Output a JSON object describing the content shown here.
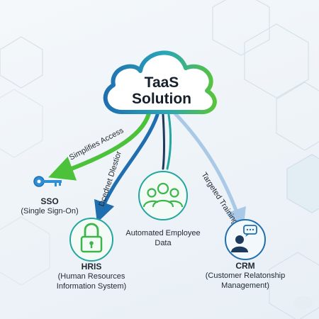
{
  "cloud": {
    "line1": "TaaS",
    "line2": "Solution"
  },
  "connectors": {
    "sso": "Simplifies Access",
    "hris": "Dcednet Dlestior",
    "crm": "Targeted Training"
  },
  "nodes": {
    "sso": {
      "title": "SSO",
      "subtitle": "(Single Sign-On)",
      "icon": "key-icon"
    },
    "automated": {
      "title": "Automated Employee",
      "subtitle": "Data",
      "icon": "people-group-icon"
    },
    "hris": {
      "title": "HRIS",
      "subtitle_line1": "(Human Resources",
      "subtitle_line2": "Information System)",
      "icon": "padlock-icon"
    },
    "crm": {
      "title": "CRM",
      "subtitle_line1": "(Customer Relatonship",
      "subtitle_line2": "Management)",
      "icon": "person-chat-icon"
    }
  },
  "colors": {
    "green": "#4cc23a",
    "blue": "#1f6fb0",
    "light_blue": "#a9c9e6",
    "teal": "#23a6a0",
    "navy": "#1d3a5c"
  }
}
